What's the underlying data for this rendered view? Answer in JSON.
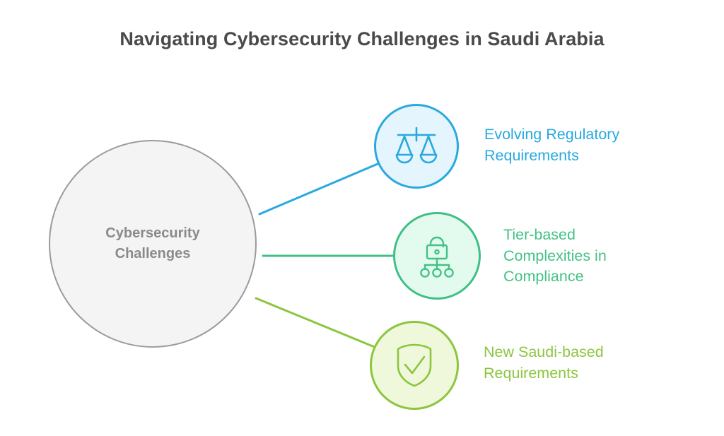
{
  "title": "Navigating Cybersecurity Challenges in Saudi Arabia",
  "hub": {
    "label": "Cybersecurity Challenges",
    "fill_color": "#f4f4f4",
    "border_color": "#9b9b9b",
    "text_color": "#8a8a8a"
  },
  "nodes": [
    {
      "label": "Evolving Regulatory Requirements",
      "icon": "balance-scales-icon",
      "accent_color": "#29a9df",
      "fill_color": "#e4f5fd"
    },
    {
      "label": "Tier-based Complexities in Compliance",
      "icon": "padlock-hierarchy-icon",
      "accent_color": "#44c285",
      "fill_color": "#e3fbee"
    },
    {
      "label": "New Saudi-based Requirements",
      "icon": "shield-check-icon",
      "accent_color": "#8cc63e",
      "fill_color": "#eff8db"
    }
  ],
  "background_color": "#ffffff"
}
